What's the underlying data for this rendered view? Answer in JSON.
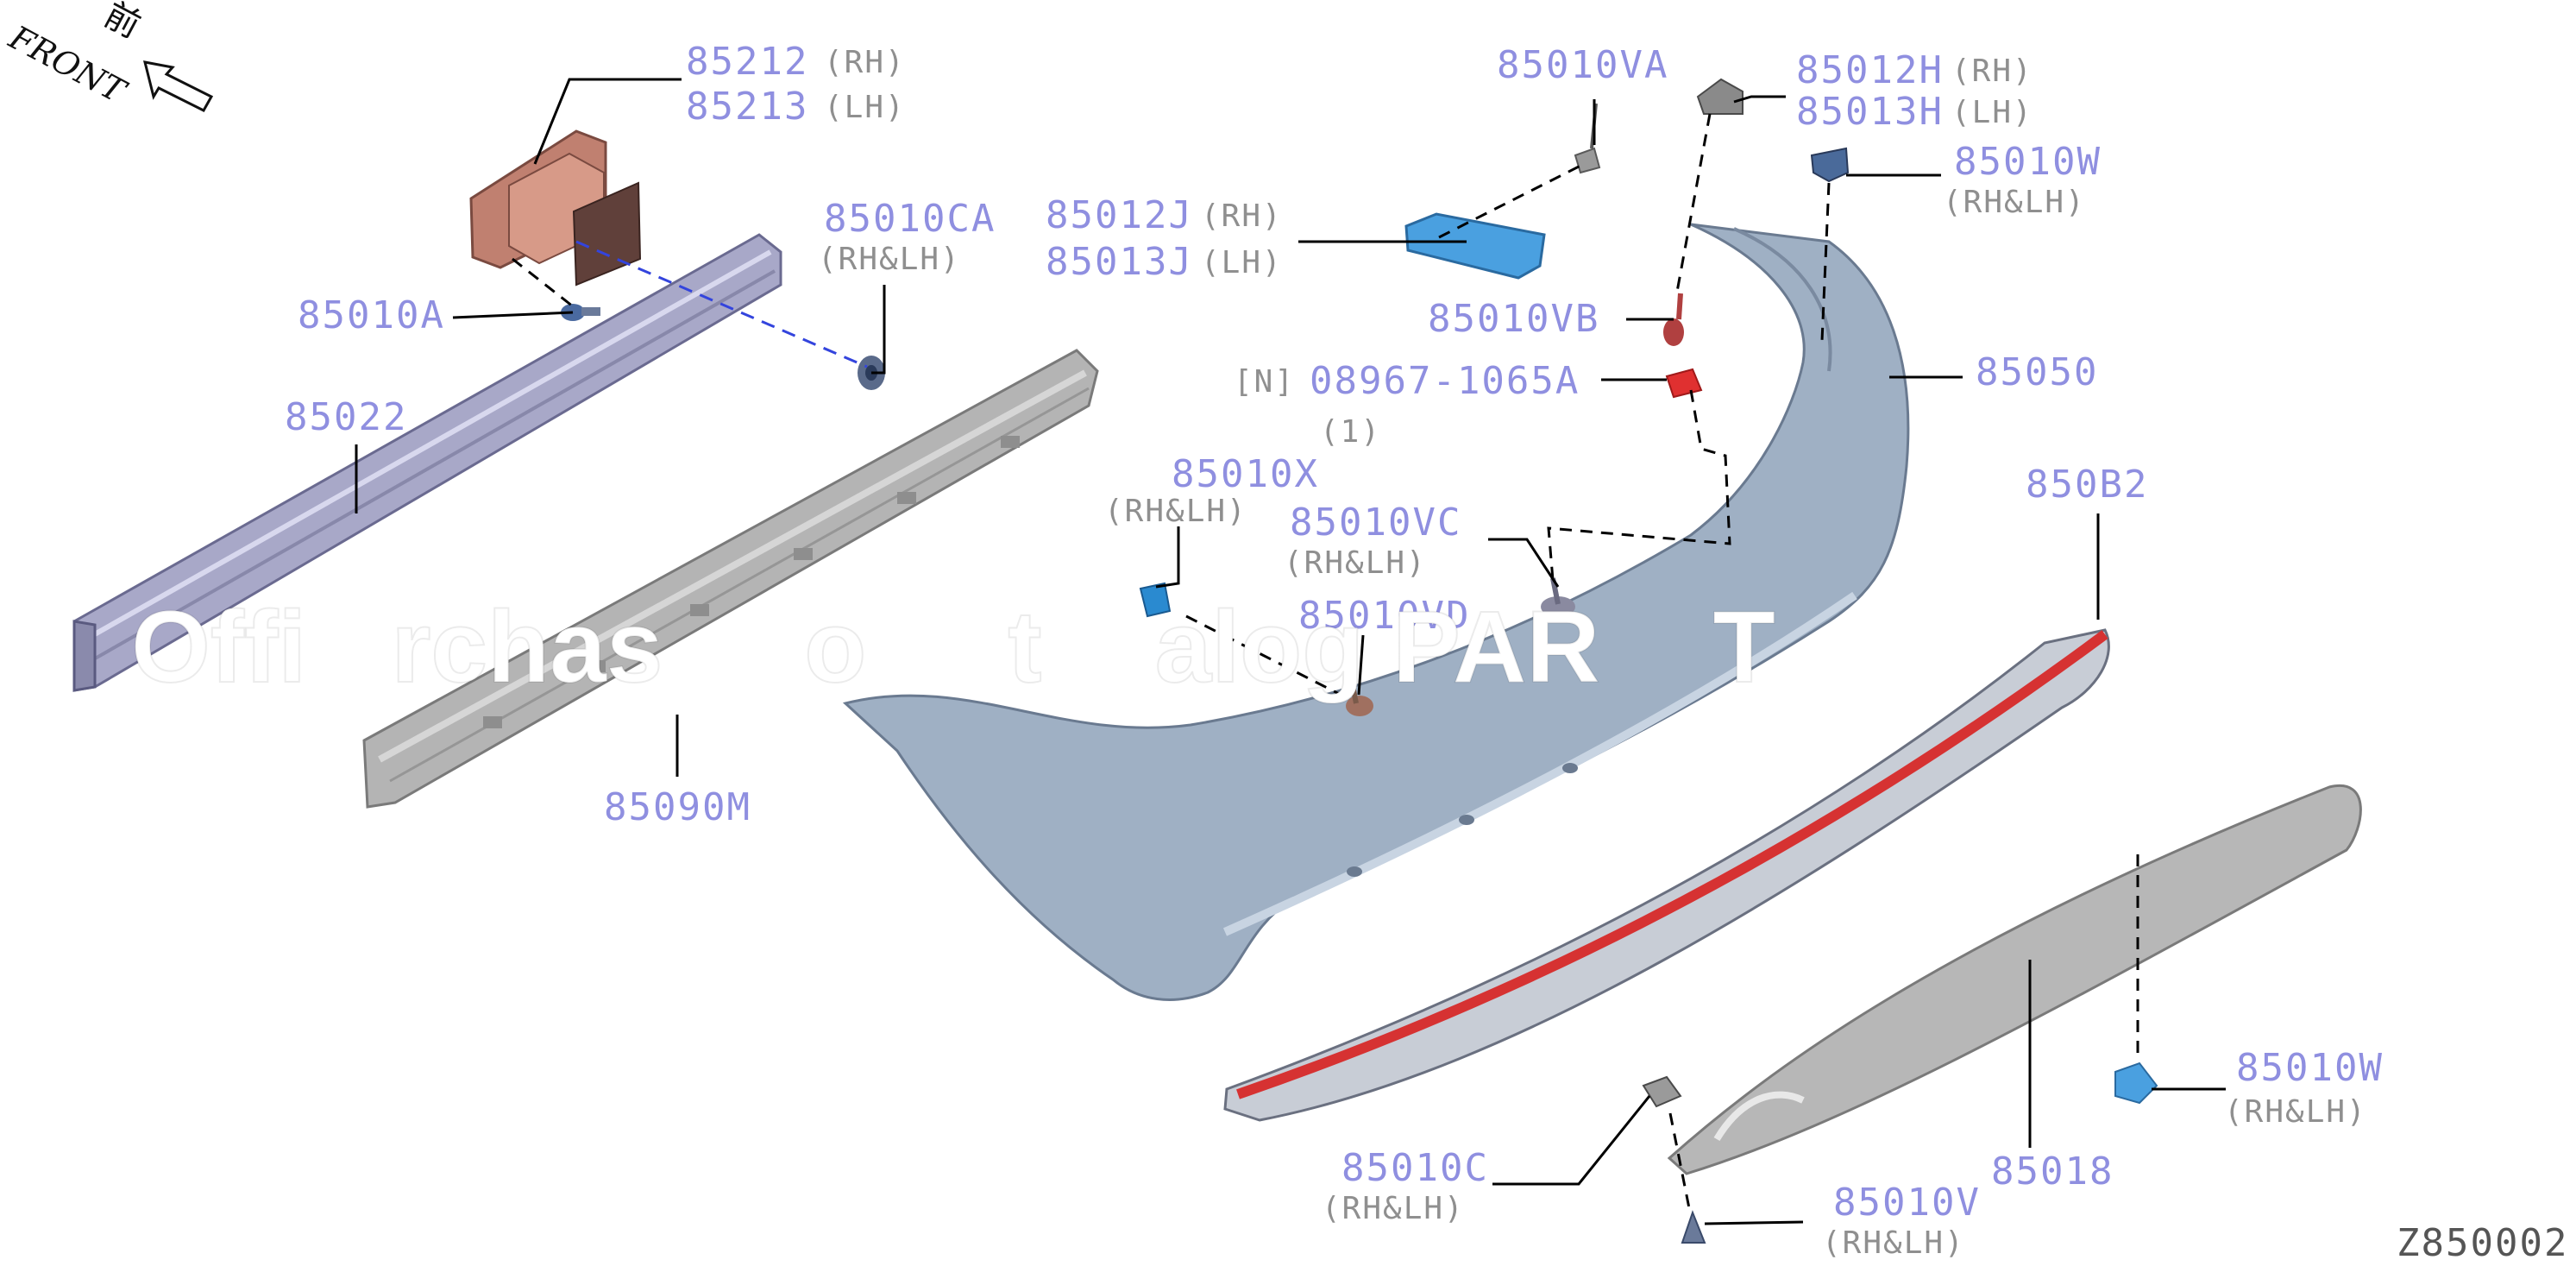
{
  "front_indicator": {
    "label": "FRONT",
    "kanji": "前",
    "arrow_icon": "front-arrow-icon"
  },
  "figure_id": "Z850002",
  "watermark": "Offi   rchas     o     t    alog PAR    T",
  "colors": {
    "part_number": "#8f8fe0",
    "qualifier": "#8f8f8f",
    "bumper_fascia": "#9fb0c4",
    "reinforcement": "#a8a8c8",
    "absorber": "#b4b4b4",
    "bracket": "#c08070",
    "clip_blue": "#4aa0e0",
    "retainer_red": "#e03030",
    "diffuser_trim": "#d63232"
  },
  "callouts": {
    "p85212": {
      "num": "85212",
      "qual": "(RH)"
    },
    "p85213": {
      "num": "85213",
      "qual": "(LH)"
    },
    "p85010CA": {
      "num": "85010CA",
      "qual": "(RH&LH)"
    },
    "p85010A": {
      "num": "85010A"
    },
    "p85022": {
      "num": "85022"
    },
    "p85090M": {
      "num": "85090M"
    },
    "p85010VA": {
      "num": "85010VA"
    },
    "p85012H": {
      "num": "85012H",
      "qual": "(RH)"
    },
    "p85013H": {
      "num": "85013H",
      "qual": "(LH)"
    },
    "p85010W_top": {
      "num": "85010W",
      "qual": "(RH&LH)"
    },
    "p85012J": {
      "num": "85012J",
      "qual": "(RH)"
    },
    "p85013J": {
      "num": "85013J",
      "qual": "(LH)"
    },
    "p85010VB": {
      "num": "85010VB"
    },
    "p08967": {
      "prefix": "[N]",
      "num": "08967-1065A",
      "qty": "(1)"
    },
    "p85050": {
      "num": "85050"
    },
    "p850B2": {
      "num": "850B2"
    },
    "p85010X": {
      "num": "85010X",
      "qual": "(RH&LH)"
    },
    "p85010VC": {
      "num": "85010VC",
      "qual": "(RH&LH)"
    },
    "p85010VD": {
      "num": "85010VD"
    },
    "p85010W_bot": {
      "num": "85010W",
      "qual": "(RH&LH)"
    },
    "p85010C": {
      "num": "85010C",
      "qual": "(RH&LH)"
    },
    "p85018": {
      "num": "85018"
    },
    "p85010V": {
      "num": "85010V",
      "qual": "(RH&LH)"
    }
  }
}
